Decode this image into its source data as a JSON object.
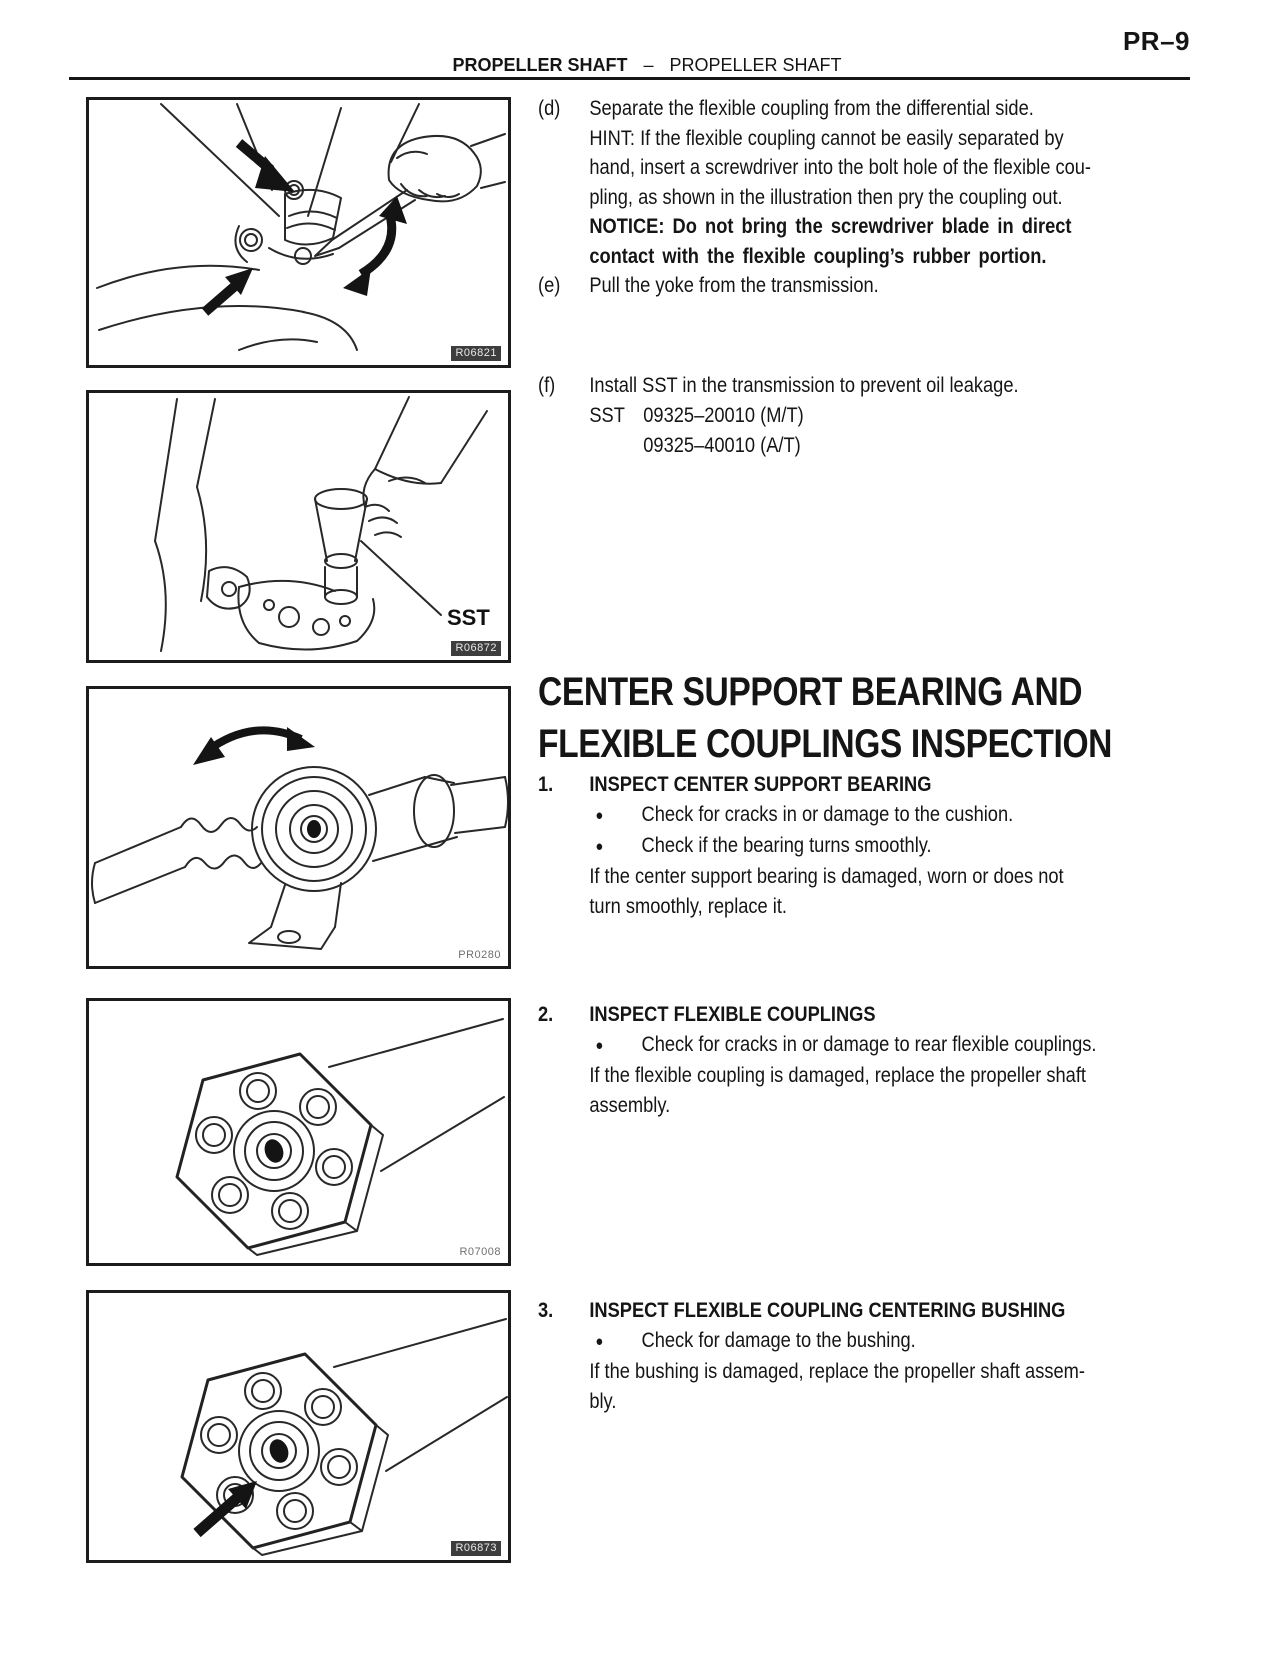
{
  "header": {
    "page_number": "PR–9",
    "section_bold": "PROPELLER SHAFT",
    "separator": "–",
    "section_regular": "PROPELLER SHAFT"
  },
  "bullet_glyph": "●",
  "figures": {
    "fig1": {
      "code": "R06821"
    },
    "fig2": {
      "code": "R06872",
      "label": "SST"
    },
    "fig3": {
      "code": "PR0280"
    },
    "fig4": {
      "code": "R07008"
    },
    "fig5": {
      "code": "R06873"
    }
  },
  "steps": {
    "d": {
      "label": "(d)",
      "line1": "Separate the flexible coupling from the differential side.",
      "hint_lines": [
        "HINT: If the flexible coupling cannot be easily separated by",
        "hand, insert a screwdriver into the bolt hole of the flexible cou-",
        "pling, as shown in the illustration then pry the coupling out."
      ],
      "notice_lines": [
        "NOTICE: Do not bring the screwdriver blade in direct",
        "contact with the flexible coupling’s rubber portion."
      ]
    },
    "e": {
      "label": "(e)",
      "line1": "Pull the yoke from the transmission."
    },
    "f": {
      "label": "(f)",
      "line1": "Install SST in the transmission to prevent oil leakage.",
      "sst_prefix": "SST",
      "sst_line1": "09325–20010 (M/T)",
      "sst_line2": "09325–40010 (A/T)"
    }
  },
  "inspection": {
    "title_line1": "CENTER SUPPORT BEARING AND",
    "title_line2": "FLEXIBLE COUPLINGS INSPECTION",
    "items": [
      {
        "number": "1.",
        "heading": "INSPECT CENTER SUPPORT BEARING",
        "bullets": [
          "Check for cracks in or damage to the cushion.",
          "Check if the bearing turns smoothly."
        ],
        "note_lines": [
          "If the center support bearing is damaged, worn or does not",
          "turn smoothly, replace it."
        ]
      },
      {
        "number": "2.",
        "heading": "INSPECT FLEXIBLE COUPLINGS",
        "bullets": [
          "Check for cracks in or damage to rear flexible couplings."
        ],
        "note_lines": [
          "If the flexible coupling is damaged, replace the propeller shaft",
          "assembly."
        ]
      },
      {
        "number": "3.",
        "heading": "INSPECT FLEXIBLE COUPLING CENTERING BUSHING",
        "bullets": [
          "Check for damage to the bushing."
        ],
        "note_lines": [
          "If the bushing is damaged, replace the propeller shaft assem-",
          "bly."
        ]
      }
    ]
  }
}
